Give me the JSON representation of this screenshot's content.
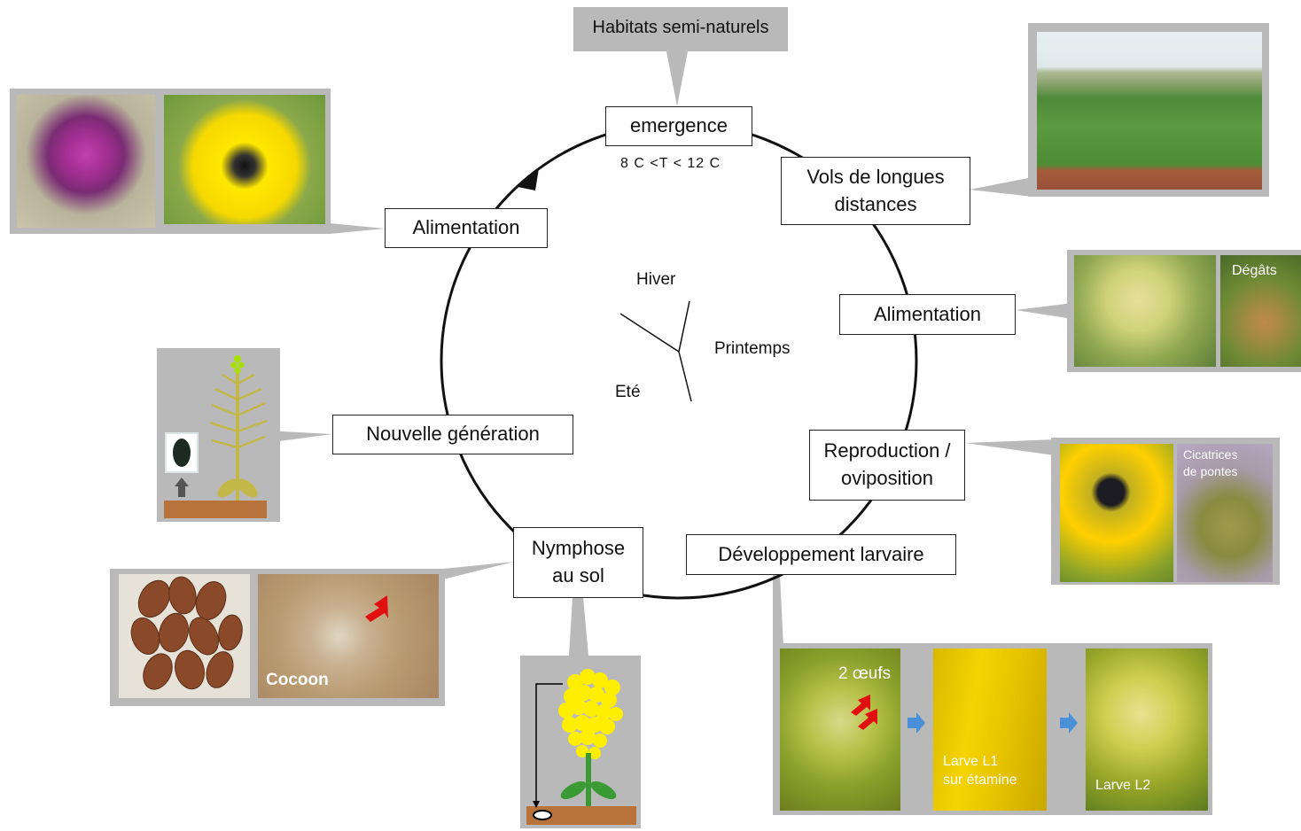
{
  "top_callout": "Habitats semi-naturels",
  "stages": {
    "emergence": "emergence",
    "temp": "8 C <T < 12 C",
    "vols": "Vols de longues\ndistances",
    "alim_right": "Alimentation",
    "repro": "Reproduction /\noviposition",
    "dev": "Développement larvaire",
    "nymphose": "Nymphose\nau sol",
    "nouvelle": "Nouvelle génération",
    "alim_left": "Alimentation"
  },
  "seasons": {
    "hiver": "Hiver",
    "printemps": "Printemps",
    "ete": "Eté"
  },
  "photo_labels": {
    "degats": "Dégâts",
    "cicatrices": "Cicatrices\nde pontes",
    "cocoon": "Cocoon",
    "oeufs": "2 œufs",
    "larve_l1": "Larve L1\nsur étamine",
    "larve_l2": "Larve L2"
  },
  "colors": {
    "panel": "#b9b9b9",
    "arrow_red": "#e01010",
    "arrow_blue": "#4a90d9",
    "soil": "#b8733a"
  }
}
